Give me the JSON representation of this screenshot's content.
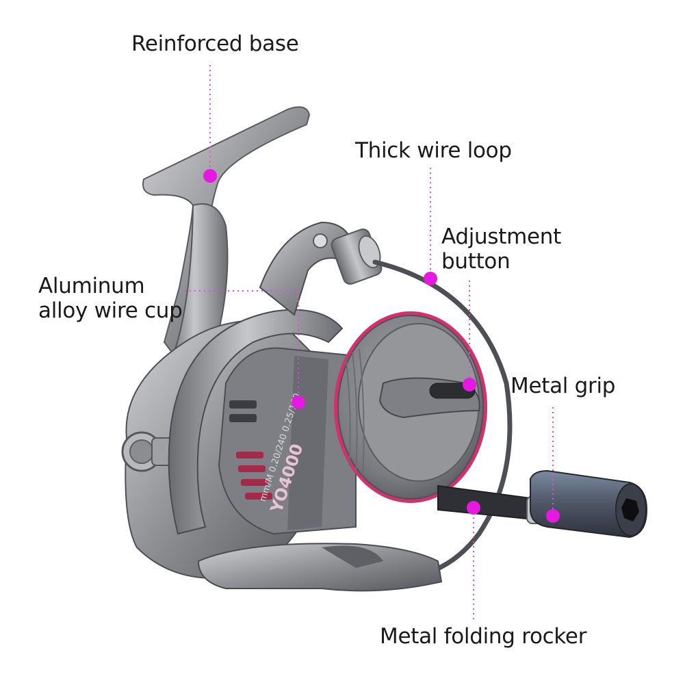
{
  "colors": {
    "callout_dot": "#e619e0",
    "callout_line": "#e24ad9",
    "metal_light": "#c8c8ca",
    "metal_mid": "#8d8e92",
    "metal_dark": "#4a4b50",
    "accent_pink": "#e0337e",
    "label_text": "#1a1a1a"
  },
  "callouts": {
    "reinforced_base": "Reinforced base",
    "thick_wire_loop": "Thick wire loop",
    "adjustment_button": [
      "Adjustment",
      "button"
    ],
    "aluminum_cup": [
      "Aluminum",
      "alloy wire cup"
    ],
    "metal_grip": "Metal grip",
    "folding_rocker": "Metal folding rocker"
  },
  "reel_markings": {
    "brand": "YO4000",
    "line_spec": "mm/M 0.20/240 0.25/160"
  }
}
